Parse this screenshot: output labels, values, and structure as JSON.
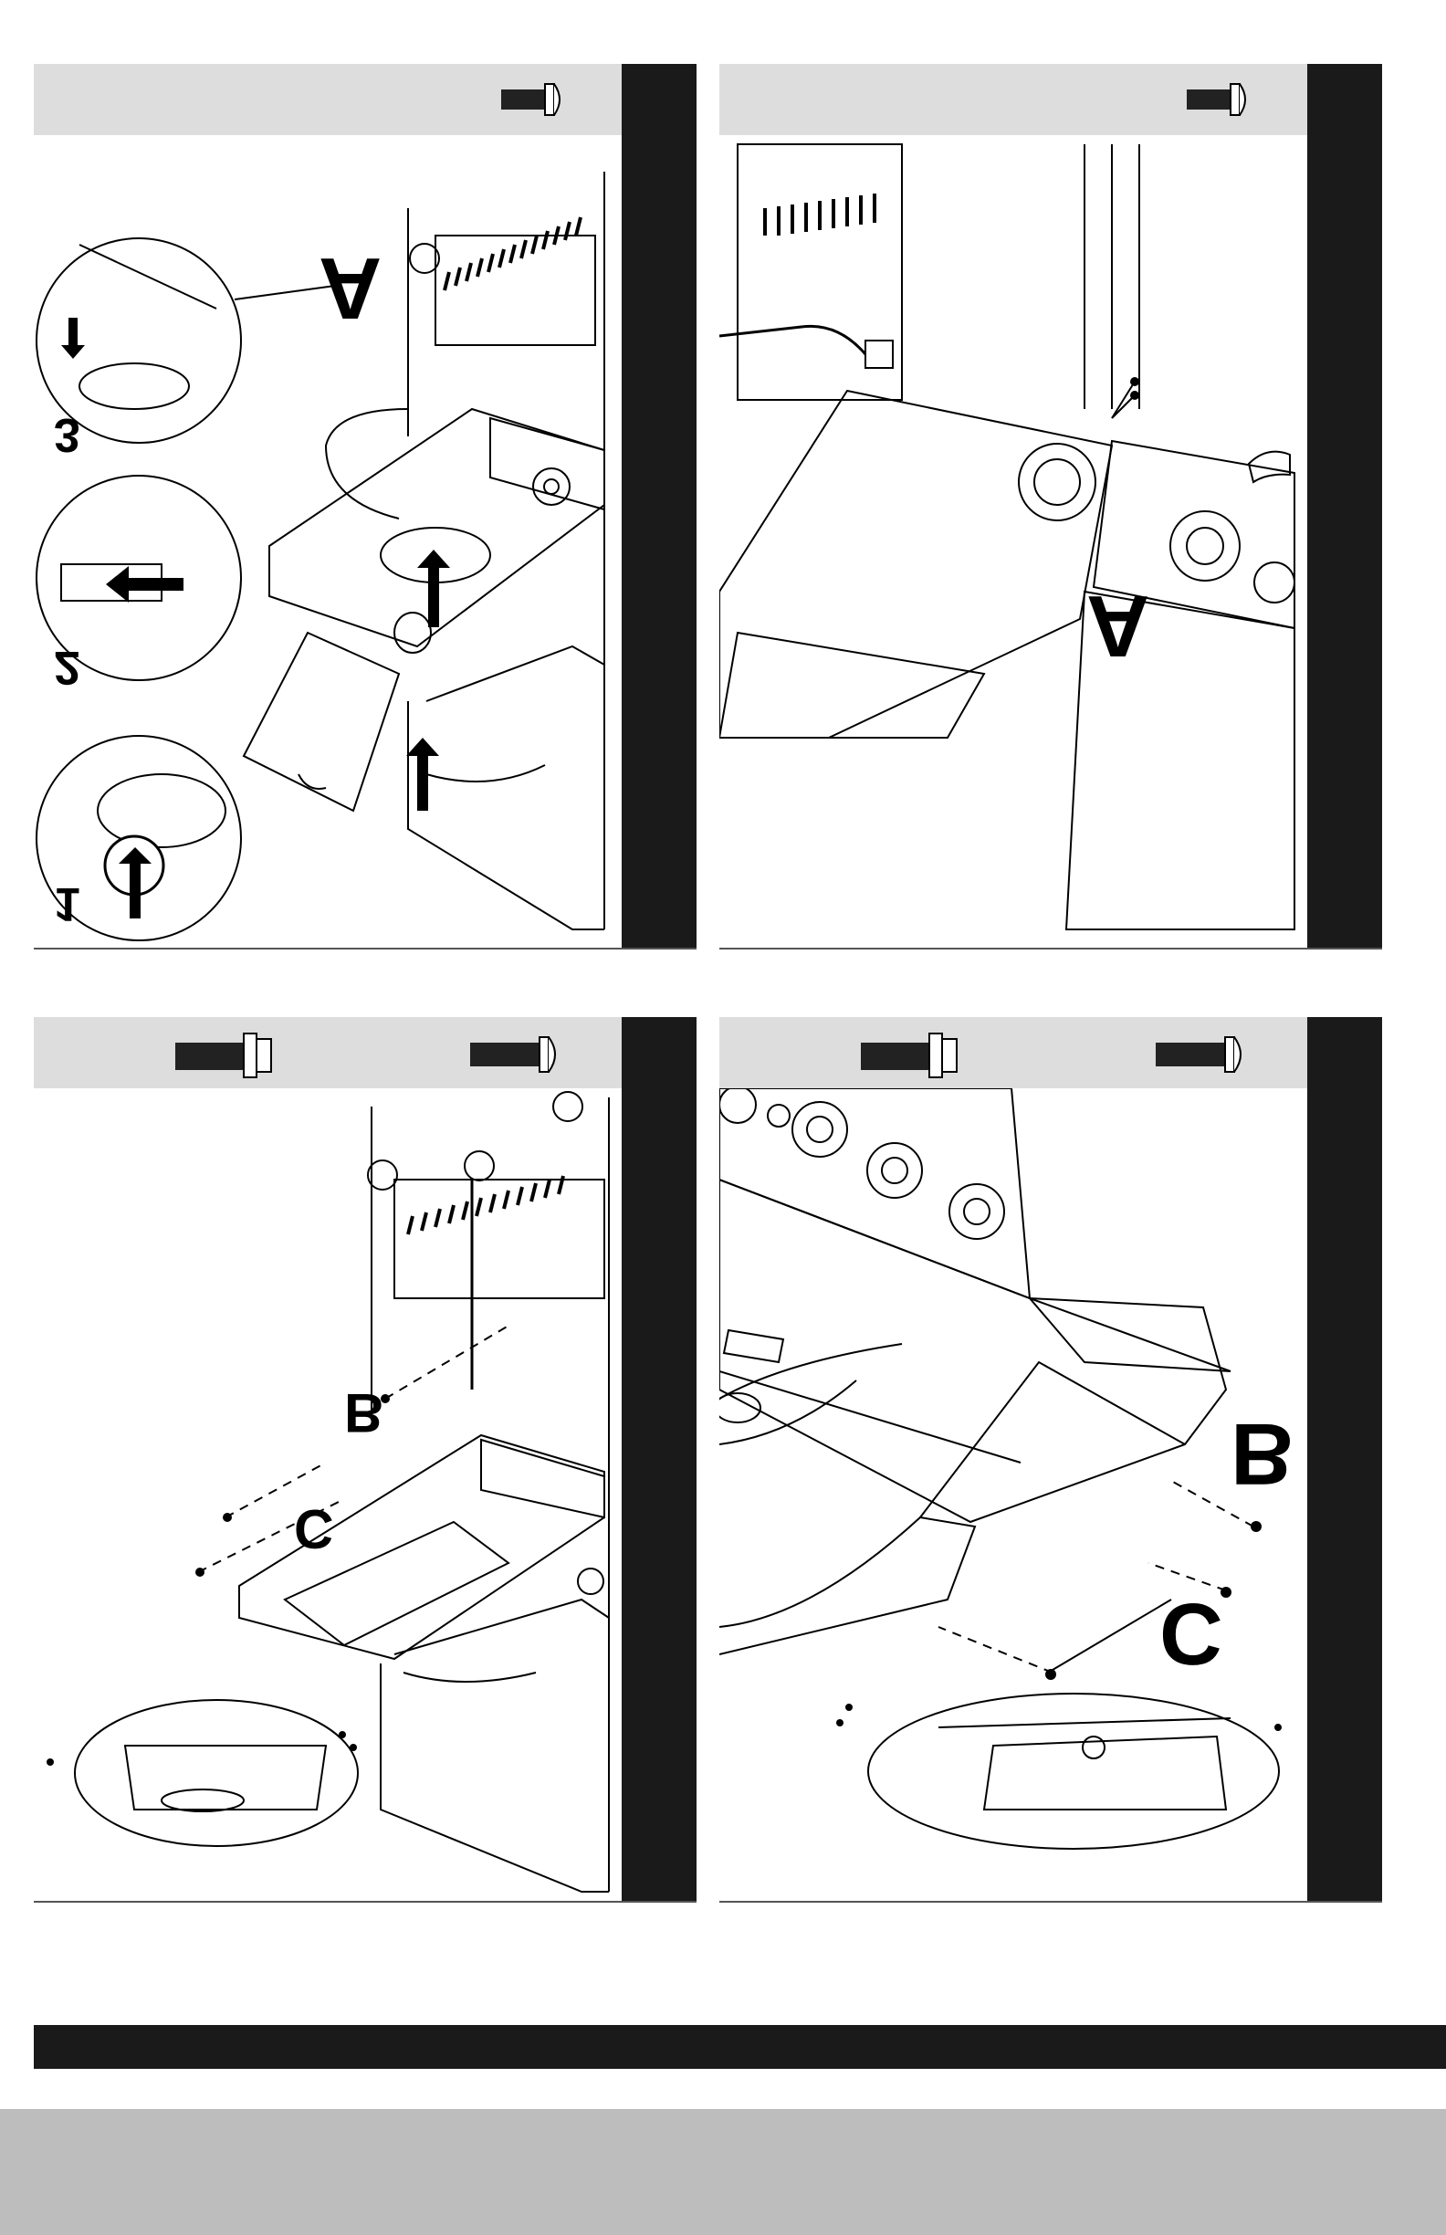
{
  "page": {
    "mirrored": true,
    "colors": {
      "sidebar": "#1a1a1a",
      "hardware_strip": "#dddddd",
      "footer": "#bdbdbd",
      "line": "#000000"
    }
  },
  "panels": [
    {
      "id": "top-left",
      "callouts": [
        "A"
      ],
      "inset_steps": [
        "1",
        "2",
        "3"
      ],
      "hardware": [
        "bolt-short"
      ]
    },
    {
      "id": "top-right",
      "callouts": [
        "A"
      ],
      "hardware": [
        "bolt-short"
      ]
    },
    {
      "id": "bottom-left",
      "callouts": [
        "B",
        "C"
      ],
      "hardware": [
        "bolt-flange",
        "bolt-long"
      ]
    },
    {
      "id": "bottom-right",
      "callouts": [
        "B",
        "C"
      ],
      "hardware": [
        "bolt-flange",
        "bolt-long"
      ]
    }
  ],
  "labels": {
    "tl_a": "A",
    "tl_step1": "1",
    "tl_step2": "2",
    "tl_step3": "3",
    "tr_a": "A",
    "bl_b": "B",
    "bl_c": "C",
    "br_b": "B",
    "br_c": "C"
  }
}
